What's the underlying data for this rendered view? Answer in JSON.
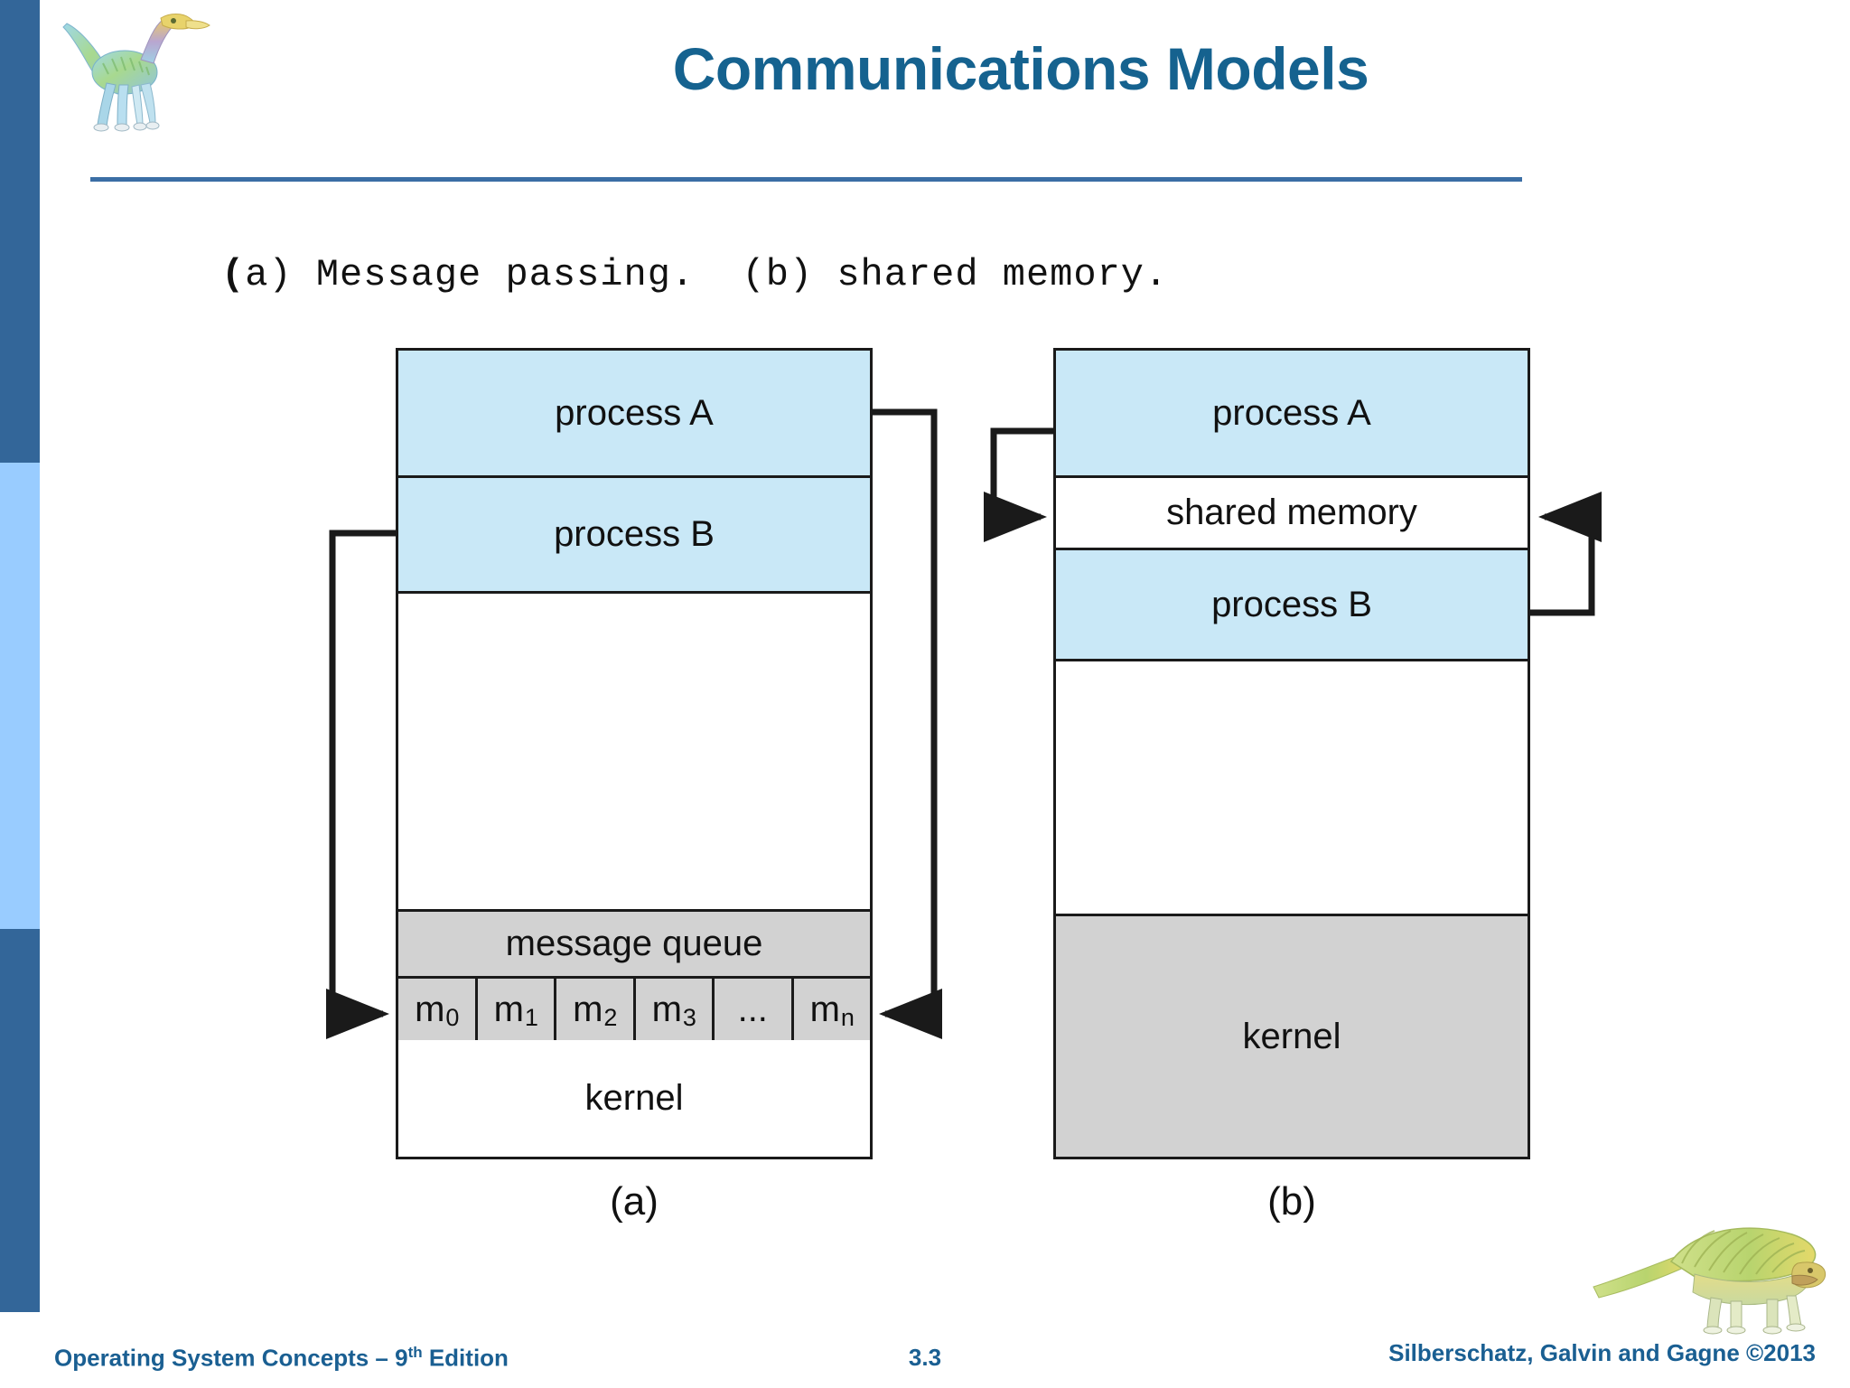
{
  "slide": {
    "title": "Communications Models",
    "subtitle_lead": "(",
    "subtitle_rest": "a) Message passing.  (b) shared memory.",
    "accent_color": "#15628f",
    "rule_color": "#3b6ea5"
  },
  "sidebar": {
    "bands": [
      {
        "name": "top",
        "color": "#336699"
      },
      {
        "name": "middle",
        "color": "#99ccff"
      },
      {
        "name": "bottom",
        "color": "#336699"
      }
    ]
  },
  "logos": {
    "top_icon": "dinosaur-icon",
    "bottom_icon": "dinosaur-icon"
  },
  "diagram_a": {
    "caption": "(a)",
    "segments": [
      {
        "label": "process A",
        "fill": "#c9e8f7"
      },
      {
        "label": "process B",
        "fill": "#c9e8f7"
      },
      {
        "label": "",
        "fill": "#ffffff"
      },
      {
        "label": "message queue",
        "fill": "#d2d2d2"
      }
    ],
    "message_cells": [
      {
        "base": "m",
        "sub": "0"
      },
      {
        "base": "m",
        "sub": "1"
      },
      {
        "base": "m",
        "sub": "2"
      },
      {
        "base": "m",
        "sub": "3"
      },
      {
        "base": "...",
        "sub": ""
      },
      {
        "base": "m",
        "sub": "n"
      }
    ],
    "kernel_label": "kernel",
    "kernel_fill": "#ffffff",
    "arrows": [
      {
        "name": "process-b-to-message-queue",
        "from": "process B (left edge)",
        "to": "m0 cell (left edge)"
      },
      {
        "name": "process-a-to-message-queue",
        "from": "process A (right edge)",
        "to": "mn cell (right edge)"
      }
    ]
  },
  "diagram_b": {
    "caption": "(b)",
    "segments": [
      {
        "label": "process A",
        "fill": "#c9e8f7"
      },
      {
        "label": "shared memory",
        "fill": "#ffffff"
      },
      {
        "label": "process B",
        "fill": "#c9e8f7"
      },
      {
        "label": "",
        "fill": "#ffffff"
      }
    ],
    "kernel_label": "kernel",
    "kernel_fill": "#d2d2d2",
    "arrows": [
      {
        "name": "process-a-to-shared-memory",
        "from": "process A (left edge)",
        "to": "shared memory (left edge)"
      },
      {
        "name": "process-b-to-shared-memory",
        "from": "process B (right edge)",
        "to": "shared memory (right edge)"
      }
    ]
  },
  "footer": {
    "left_text": "Operating System Concepts – 9",
    "left_sup": "th",
    "left_suffix": " Edition",
    "page_number": "3.3",
    "right_text": "Silberschatz, Galvin and Gagne ©2013",
    "color": "#1a5f92"
  }
}
